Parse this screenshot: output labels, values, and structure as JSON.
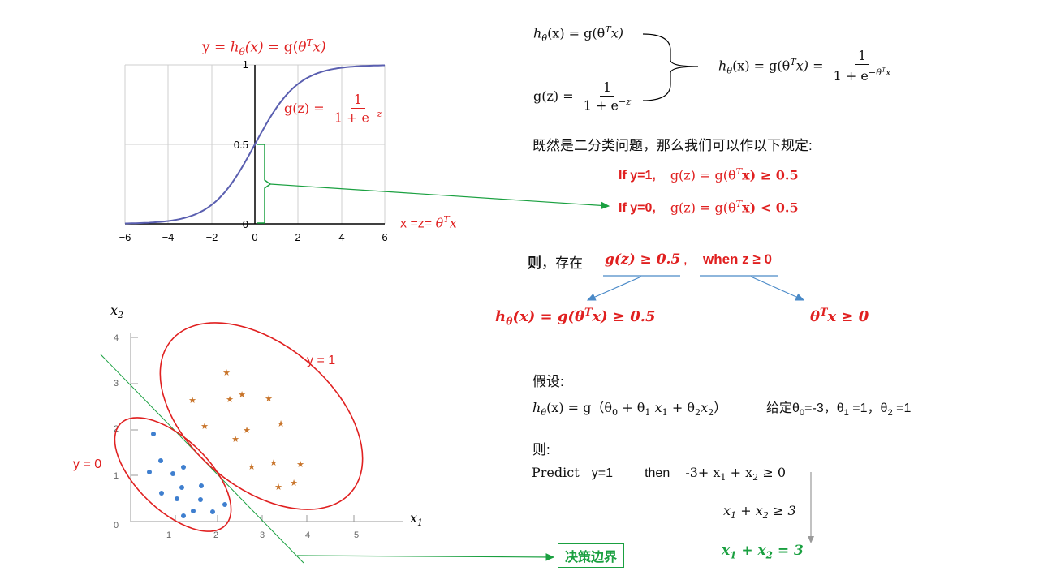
{
  "sigmoid_plot": {
    "title_y": "y = ",
    "title_h": "h",
    "title_theta": "θ",
    "title_x": "(x)",
    "title_g": " = g(",
    "title_thetaT": "θ",
    "title_T": "T",
    "title_x2": "x)",
    "gz_left": "g(z) =",
    "gz_num": "1",
    "gz_den": "1 + e",
    "gz_exp": "−z",
    "x_label": "x =z= ",
    "x_label_theta": "θ",
    "x_label_T": "T",
    "x_label_x": "x",
    "x_ticks": [
      "−6",
      "−4",
      "−2",
      "0",
      "2",
      "4",
      "6"
    ],
    "y_ticks": [
      "0",
      "0.5",
      "1"
    ]
  },
  "formulas": {
    "h_line": "h",
    "h_sub": "θ",
    "h_rest": "(x) = g(θ",
    "h_T": "T",
    "h_end": "x)",
    "g_left": "g(z) =",
    "g_num": "1",
    "g_den": "1 + e",
    "g_exp": "−z",
    "combined_left": "h",
    "combined_sub": "θ",
    "combined_rest": "(x) = g(θ",
    "combined_T": "T",
    "combined_end": "x) =",
    "combined_num": "1",
    "combined_den": "1 + e",
    "combined_exp_minus": "−θ",
    "combined_exp_T": "T",
    "combined_exp_x": "x"
  },
  "rules": {
    "intro": "既然是二分类问题，那么我们可以作以下规定:",
    "if1_label": "If  y=1,",
    "if1_expr": "g(z) =  g(θ",
    "if1_T": "T",
    "if1_end": "x) ≥ 0.5",
    "if0_label": "If  y=0,",
    "if0_expr": "g(z) =  g(θ",
    "if0_T": "T",
    "if0_end": "x) < 0.5"
  },
  "exists": {
    "ze": "则",
    "cunzai": "，存在",
    "gz": "g(z) ≥ 0.5",
    "comma": ",",
    "when": "when z ≥ 0",
    "h_left": "h",
    "h_sub": "θ",
    "h_mid": "(x) = g(θ",
    "h_T": "T",
    "h_end": "x) ≥ 0.5",
    "theta_left": "θ",
    "theta_T": "T",
    "theta_end": "x ≥ 0"
  },
  "hypothesis": {
    "jiashe": "假设:",
    "h": "h",
    "h_sub": "θ",
    "h_rest": "(x) = g（θ",
    "t0": "0",
    "plus1": " + θ",
    "t1": "1",
    "x1": " x",
    "x1s": "1",
    "plus2": " + θ",
    "t2": "2",
    "x2": "x",
    "x2s": "2",
    "close": "）",
    "given": "给定θ",
    "g0": "0",
    "g0v": "=-3，θ",
    "g1": "1",
    "g1v": " =1，θ",
    "g2": "2",
    "g2v": " =1"
  },
  "predict": {
    "ze": "则:",
    "predict": "Predict",
    "y1": "y=1",
    "then": "then",
    "expr1": "-3+ x",
    "e1s": "1",
    "e1m": " + x",
    "e1s2": "2",
    "e1end": " ≥ 0",
    "expr2": "x",
    "e2s": "1",
    "e2m": " + x",
    "e2s2": "2",
    "e2end": " ≥ 3",
    "expr3": "x",
    "e3s": "1",
    "e3m": " + x",
    "e3s2": "2",
    "e3end": " = 3"
  },
  "scatter": {
    "x_axis_label": "x",
    "x_axis_sub": "1",
    "y_axis_label": "x",
    "y_axis_sub": "2",
    "x_ticks": [
      "1",
      "2",
      "3",
      "4",
      "5"
    ],
    "y_ticks": [
      "0",
      "1",
      "2",
      "3",
      "4"
    ],
    "y1_label": "y = 1",
    "y0_label": "y = 0",
    "boundary_label": "决策边界"
  },
  "colors": {
    "red": "#e02020",
    "green": "#1aa040",
    "curve": "#5a5fb0",
    "arrow_blue": "#4a8ac8",
    "dot_blue": "#3f7fcf",
    "star_orange": "#c8742a"
  }
}
